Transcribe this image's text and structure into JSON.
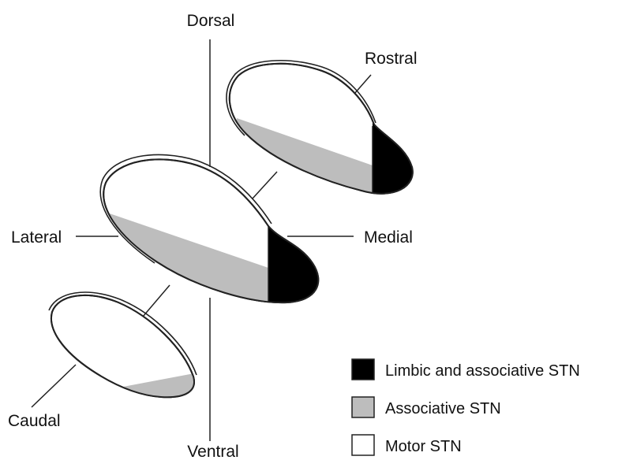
{
  "axes": {
    "dorsal": "Dorsal",
    "ventral": "Ventral",
    "lateral": "Lateral",
    "medial": "Medial",
    "rostral": "Rostral",
    "caudal": "Caudal"
  },
  "legend": {
    "items": [
      {
        "label": "Limbic and associative STN",
        "fill": "#000000"
      },
      {
        "label": "Associative STN",
        "fill": "#bdbdbd"
      },
      {
        "label": "Motor STN",
        "fill": "#ffffff"
      }
    ]
  },
  "colors": {
    "limbic": "#000000",
    "associative": "#bdbdbd",
    "motor": "#ffffff",
    "line": "#222222"
  }
}
